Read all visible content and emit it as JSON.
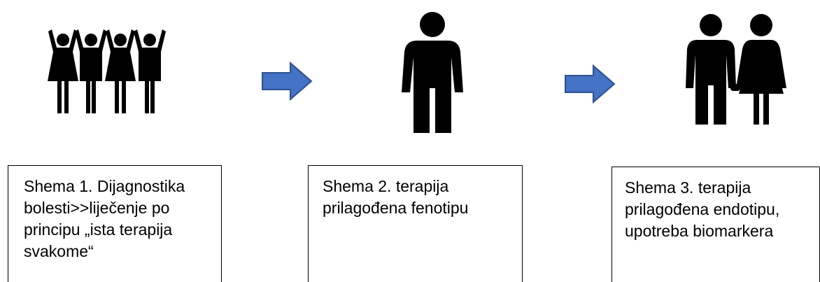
{
  "steps": [
    {
      "icon": "group-of-four-people-icon",
      "caption_lines": [
        "Shema 1. Dijagnostika",
        "bolesti>>liječenje po",
        "principu „ista terapija",
        "svakome“"
      ]
    },
    {
      "icon": "single-person-icon",
      "caption_lines": [
        "Shema 2. terapija",
        "prilagođena fenotipu"
      ]
    },
    {
      "icon": "couple-holding-hands-icon",
      "caption_lines": [
        "Shema 3. terapija",
        "prilagođena endotipu,",
        "upotreba biomarkera"
      ]
    }
  ],
  "arrows": [
    {
      "icon": "right-arrow-icon",
      "color": "#4472C4",
      "border_color": "#2F528F"
    },
    {
      "icon": "right-arrow-icon",
      "color": "#4472C4",
      "border_color": "#2F528F"
    }
  ]
}
